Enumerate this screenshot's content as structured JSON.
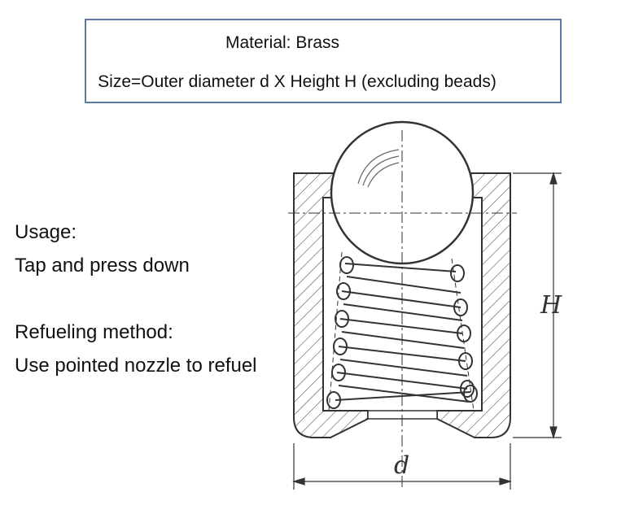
{
  "info": {
    "material": "Material: Brass",
    "size": "Size=Outer diameter d X Height H (excluding beads)"
  },
  "usage": {
    "heading": "Usage:",
    "text": "Tap and press down"
  },
  "refueling": {
    "heading": "Refueling method:",
    "text": "Use pointed nozzle to refuel"
  },
  "drawing": {
    "height_label": "H",
    "diameter_label": "d",
    "line_color": "#333333"
  }
}
